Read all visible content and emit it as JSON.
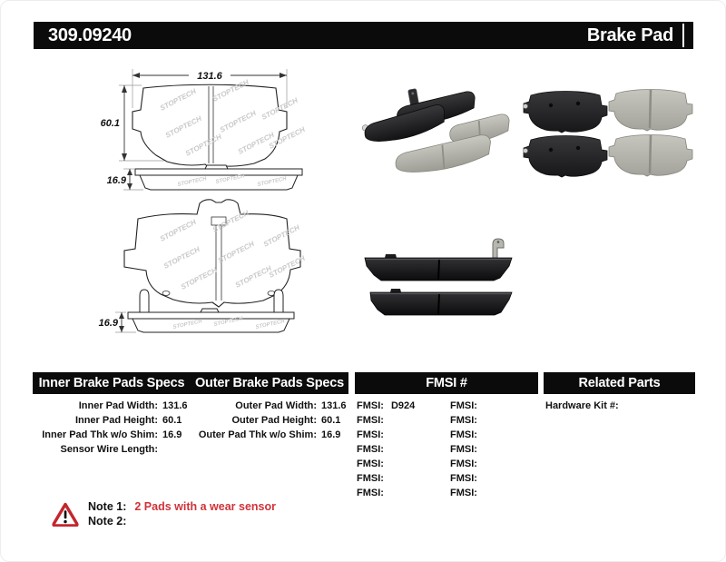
{
  "header": {
    "part_number": "309.09240",
    "title": "Brake Pad"
  },
  "drawings": {
    "watermark": "STOPTECH",
    "top": {
      "width": "131.6",
      "height": "60.1",
      "thickness": "16.9"
    },
    "bottom": {
      "thickness": "16.9"
    }
  },
  "specs": {
    "inner": {
      "header": "Inner Brake Pads Specs",
      "rows": [
        {
          "label": "Inner Pad Width:",
          "value": "131.6"
        },
        {
          "label": "Inner Pad Height:",
          "value": "60.1"
        },
        {
          "label": "Inner Pad Thk w/o Shim:",
          "value": "16.9"
        },
        {
          "label": "Sensor Wire Length:",
          "value": ""
        }
      ]
    },
    "outer": {
      "header": "Outer Brake Pads Specs",
      "rows": [
        {
          "label": "Outer Pad Width:",
          "value": "131.6"
        },
        {
          "label": "Outer Pad Height:",
          "value": "60.1"
        },
        {
          "label": "Outer Pad Thk w/o Shim:",
          "value": "16.9"
        }
      ]
    }
  },
  "fmsi": {
    "header": "FMSI #",
    "col1": [
      {
        "label": "FMSI:",
        "value": "D924"
      },
      {
        "label": "FMSI:",
        "value": ""
      },
      {
        "label": "FMSI:",
        "value": ""
      },
      {
        "label": "FMSI:",
        "value": ""
      },
      {
        "label": "FMSI:",
        "value": ""
      },
      {
        "label": "FMSI:",
        "value": ""
      },
      {
        "label": "FMSI:",
        "value": ""
      }
    ],
    "col2": [
      {
        "label": "FMSI:",
        "value": ""
      },
      {
        "label": "FMSI:",
        "value": ""
      },
      {
        "label": "FMSI:",
        "value": ""
      },
      {
        "label": "FMSI:",
        "value": ""
      },
      {
        "label": "FMSI:",
        "value": ""
      },
      {
        "label": "FMSI:",
        "value": ""
      },
      {
        "label": "FMSI:",
        "value": ""
      }
    ]
  },
  "related": {
    "header": "Related Parts",
    "rows": [
      {
        "label": "Hardware Kit #:",
        "value": ""
      }
    ]
  },
  "notes": {
    "accent_color": "#cf3339",
    "rows": [
      {
        "label": "Note 1:",
        "text": "2 Pads with a wear sensor"
      },
      {
        "label": "Note 2:",
        "text": ""
      }
    ]
  }
}
